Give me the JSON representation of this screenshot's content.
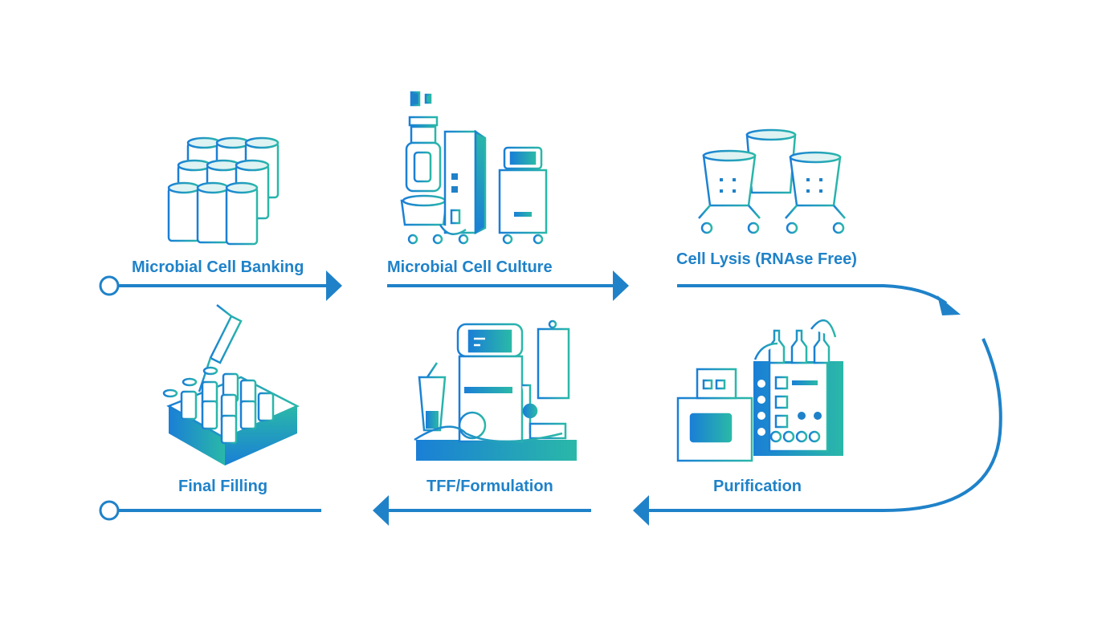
{
  "steps": [
    {
      "label": "Microbial Cell Banking",
      "icon": "cell-bank-vials-icon"
    },
    {
      "label": "Microbial Cell Culture",
      "icon": "bioreactor-icon"
    },
    {
      "label": "Cell Lysis (RNAse Free)",
      "icon": "lysis-tanks-icon"
    },
    {
      "label": "Purification",
      "icon": "chromatography-system-icon"
    },
    {
      "label": "TFF/Formulation",
      "icon": "tff-system-icon"
    },
    {
      "label": "Final Filling",
      "icon": "vial-filling-icon"
    }
  ],
  "colors": {
    "primary": "#1f82c9",
    "gradient_start": "#1a7fd6",
    "gradient_end": "#2ab8a8",
    "background": "#ffffff"
  }
}
